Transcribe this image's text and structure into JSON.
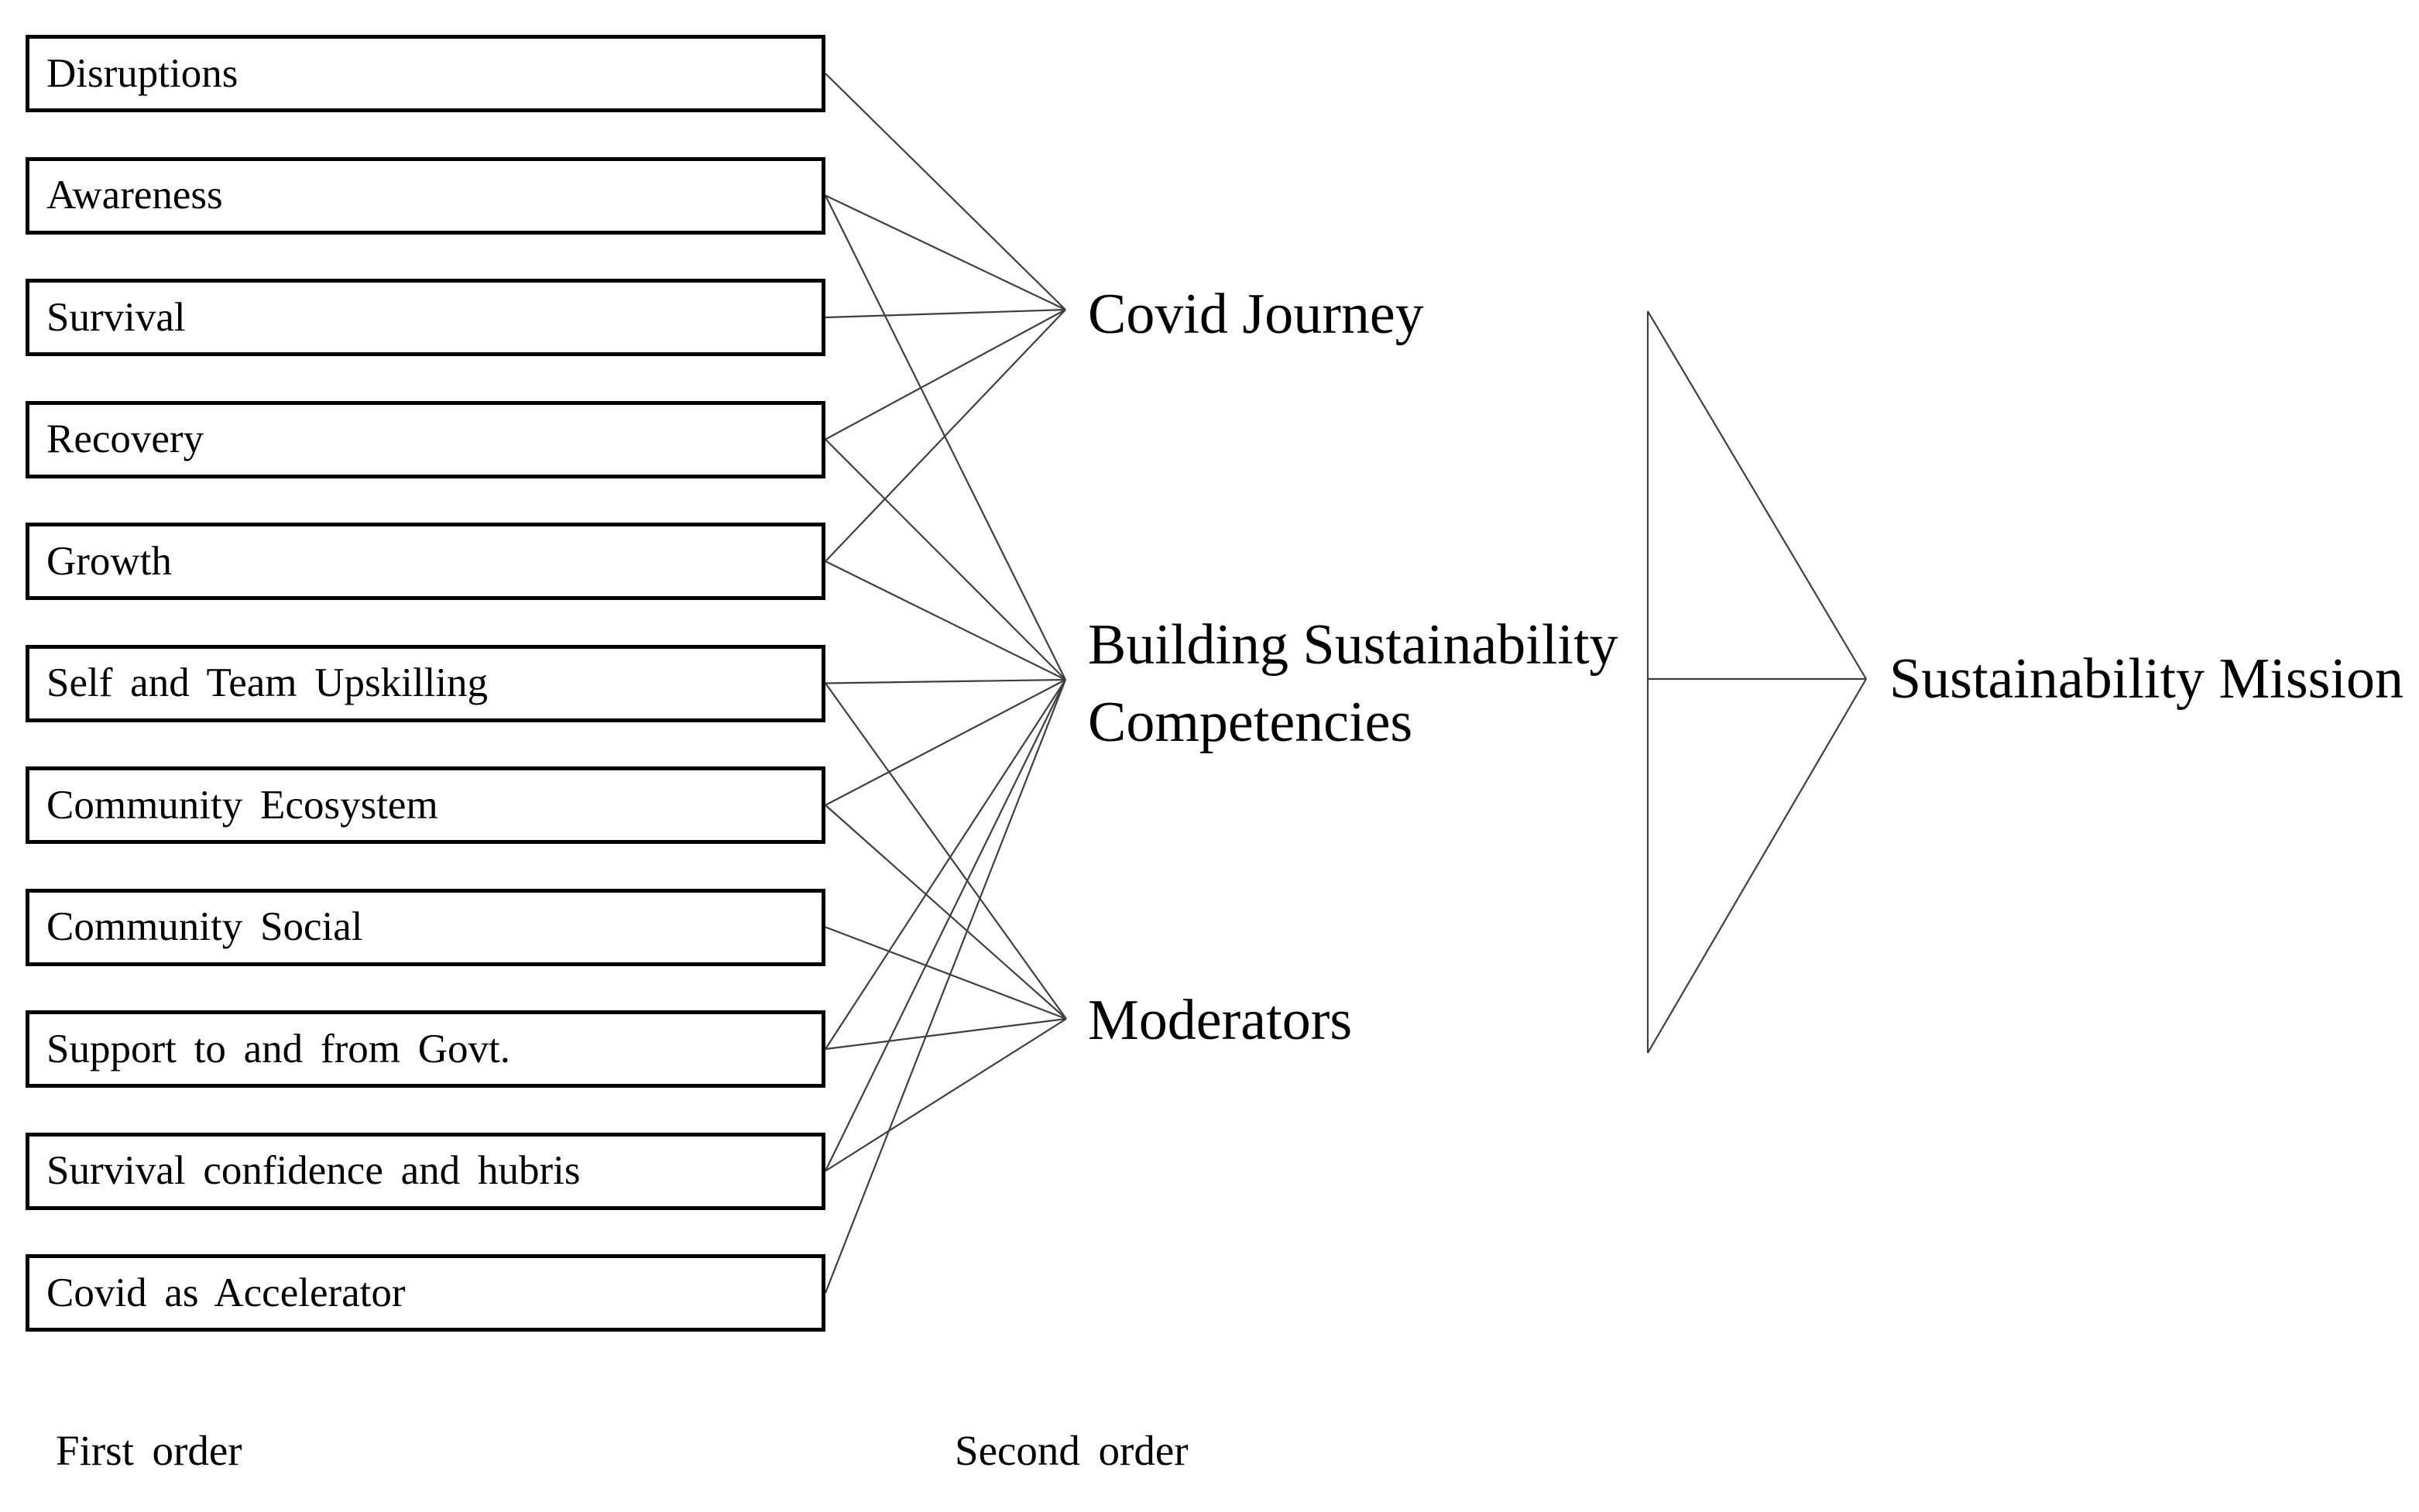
{
  "colors": {
    "background": "#ffffff",
    "box_border": "#000000",
    "connector_line": "#3f3f3f",
    "text": "#000000"
  },
  "first_order": {
    "items": [
      {
        "id": "disruptions",
        "label": "Disruptions"
      },
      {
        "id": "awareness",
        "label": "Awareness"
      },
      {
        "id": "survival",
        "label": "Survival"
      },
      {
        "id": "recovery",
        "label": "Recovery"
      },
      {
        "id": "growth",
        "label": "Growth"
      },
      {
        "id": "self_team_upskilling",
        "label": "Self and Team Upskilling"
      },
      {
        "id": "community_ecosystem",
        "label": "Community Ecosystem"
      },
      {
        "id": "community_social",
        "label": "Community Social"
      },
      {
        "id": "support_govt",
        "label": "Support to and from Govt."
      },
      {
        "id": "survival_confidence",
        "label": "Survival confidence and hubris"
      },
      {
        "id": "covid_accelerator",
        "label": "Covid as Accelerator"
      }
    ]
  },
  "second_order": {
    "items": [
      {
        "id": "covid_journey",
        "label": "Covid Journey"
      },
      {
        "id": "building_competencies",
        "label": "Building Sustainability Competencies",
        "lines": [
          "Building Sustainability",
          "Competencies"
        ]
      },
      {
        "id": "moderators",
        "label": "Moderators"
      }
    ]
  },
  "outcome": {
    "id": "sustainability_mission",
    "label": "Sustainability Mission"
  },
  "connections": [
    {
      "from": "disruptions",
      "to": "covid_journey"
    },
    {
      "from": "awareness",
      "to": "covid_journey"
    },
    {
      "from": "awareness",
      "to": "building_competencies"
    },
    {
      "from": "survival",
      "to": "covid_journey"
    },
    {
      "from": "recovery",
      "to": "covid_journey"
    },
    {
      "from": "recovery",
      "to": "building_competencies"
    },
    {
      "from": "growth",
      "to": "covid_journey"
    },
    {
      "from": "growth",
      "to": "building_competencies"
    },
    {
      "from": "self_team_upskilling",
      "to": "building_competencies"
    },
    {
      "from": "self_team_upskilling",
      "to": "moderators"
    },
    {
      "from": "community_ecosystem",
      "to": "building_competencies"
    },
    {
      "from": "community_ecosystem",
      "to": "moderators"
    },
    {
      "from": "community_social",
      "to": "moderators"
    },
    {
      "from": "support_govt",
      "to": "building_competencies"
    },
    {
      "from": "support_govt",
      "to": "moderators"
    },
    {
      "from": "survival_confidence",
      "to": "building_competencies"
    },
    {
      "from": "survival_confidence",
      "to": "moderators"
    },
    {
      "from": "covid_accelerator",
      "to": "building_competencies"
    }
  ],
  "aggregation": {
    "from": [
      "covid_journey",
      "building_competencies",
      "moderators"
    ],
    "to": "sustainability_mission"
  },
  "legend": {
    "first_order": "First order",
    "second_order": "Second order"
  }
}
